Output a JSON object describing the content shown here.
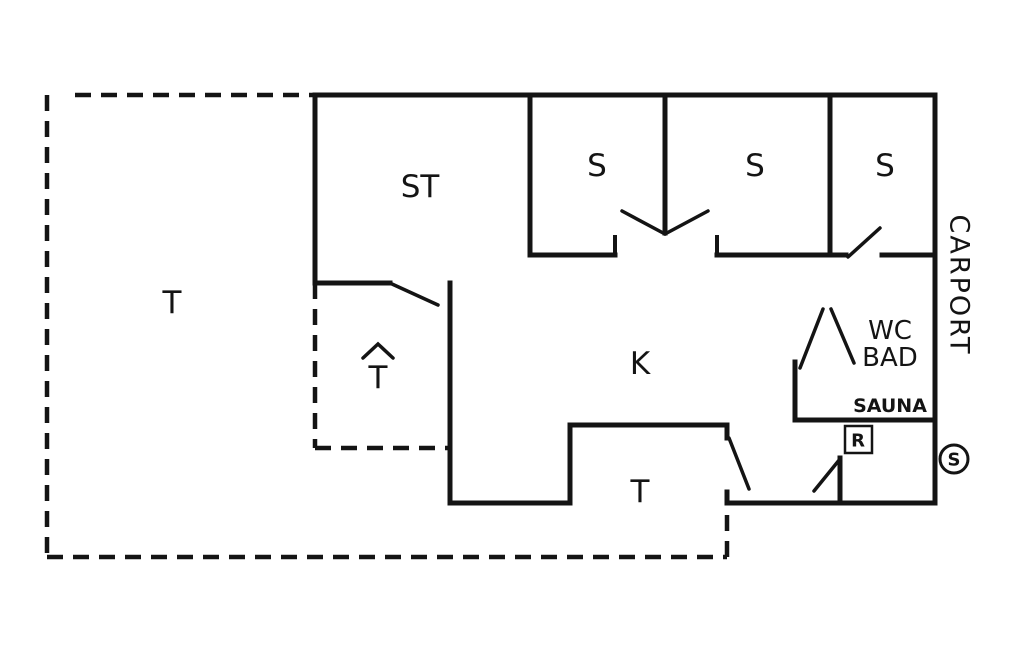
{
  "colors": {
    "ink": "#141414",
    "background": "#ffffff"
  },
  "labels": {
    "terrace_left": "T",
    "living_room": "ST",
    "bedroom_1": "S",
    "bedroom_2": "S",
    "bedroom_3": "S",
    "kitchen": "K",
    "entrance_terrace": "T",
    "wc_line_1": "WC",
    "wc_line_2": "BAD",
    "sauna": "SAUNA",
    "radiator_marker": "R",
    "terrace_bottom": "T",
    "carport": "CARPORT",
    "s_marker": "S"
  }
}
